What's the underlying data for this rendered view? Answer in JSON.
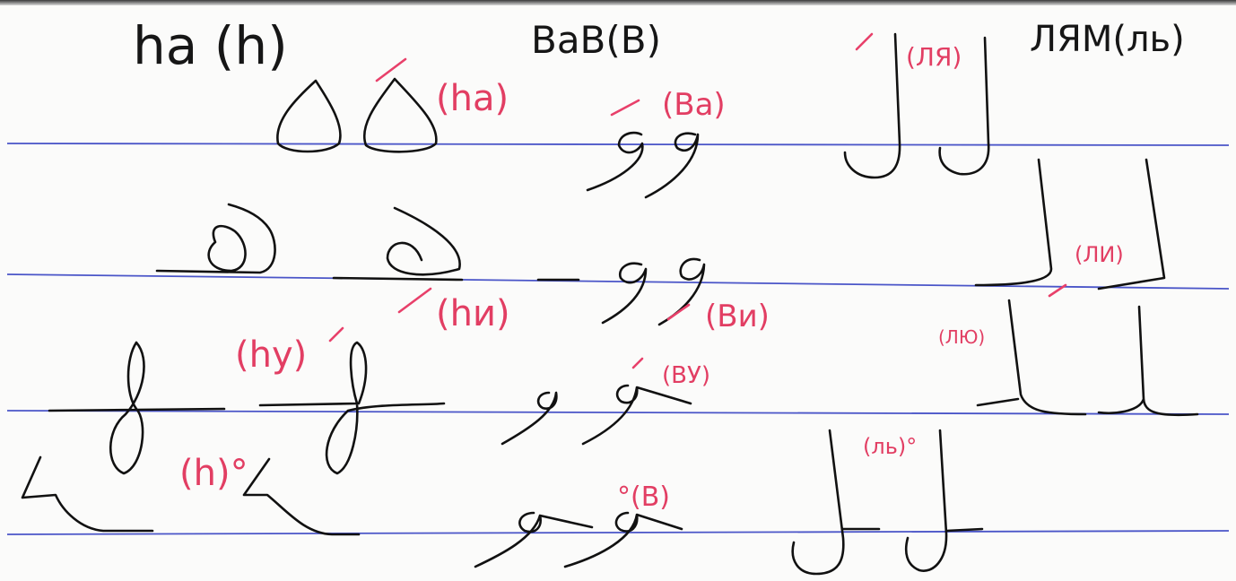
{
  "headings": {
    "ha": "ha (h)",
    "vav": "ВаВ(В)",
    "lam": "ЛЯМ(ль)"
  },
  "labels": {
    "ha_initial": "(ha)",
    "ha_medial": "(hи)",
    "ha_final": "(hy)",
    "ha_isolated": "(h)°",
    "vav_initial": "(Ва)",
    "vav_medial": "(Ви)",
    "vav_final": "(ВУ)",
    "vav_isolated": "°(В)",
    "lam_initial": "(ЛЯ)",
    "lam_medial": "(ЛИ)",
    "lam_final": "(ЛЮ)",
    "lam_isolated": "(ль)°"
  },
  "colors": {
    "board": "#fbfbfa",
    "ink": "#111111",
    "marker_red": "#e23e63",
    "guide_lines": "#4a55c8"
  }
}
